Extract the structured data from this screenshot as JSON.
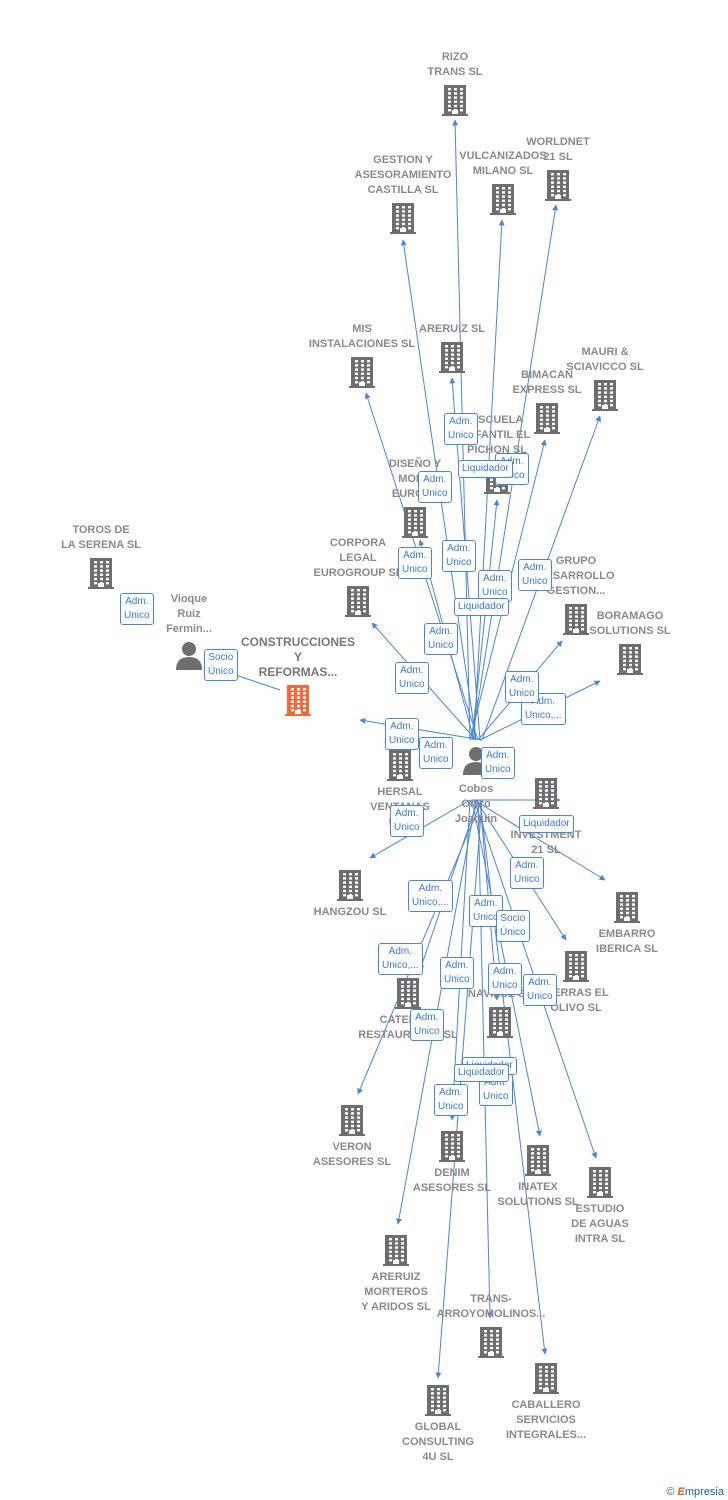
{
  "graph": {
    "nodes": [
      {
        "id": "rizo",
        "label": "RIZO\nTRANS SL",
        "icon": "building-icon",
        "type": "company"
      },
      {
        "id": "worldnet",
        "label": "WORLDNET\n21 SL",
        "icon": "building-icon",
        "type": "company"
      },
      {
        "id": "vulcanizados",
        "label": "VULCANIZADOS\nMILANO SL",
        "icon": "building-icon",
        "type": "company"
      },
      {
        "id": "gestion",
        "label": "GESTION Y\nASESORAMIENTO\nCASTILLA  SL",
        "icon": "building-icon",
        "type": "company"
      },
      {
        "id": "mis",
        "label": "MIS\nINSTALACIONES SL",
        "icon": "building-icon",
        "type": "company"
      },
      {
        "id": "areruiz",
        "label": "ARERUIZ SL",
        "icon": "building-icon",
        "type": "company"
      },
      {
        "id": "mauri",
        "label": "MAURI &\nSCIAVICCO SL",
        "icon": "building-icon",
        "type": "company"
      },
      {
        "id": "bimacan",
        "label": "BIMACAN\nEXPRESS SL",
        "icon": "building-icon",
        "type": "company"
      },
      {
        "id": "escuela",
        "label": "ESCUELA\nINFANTIL EL\nPICHON SL",
        "icon": "building-icon",
        "type": "company"
      },
      {
        "id": "diseno",
        "label": "DISEÑO Y\nMODA\nEUROPA",
        "icon": "building-icon",
        "type": "company"
      },
      {
        "id": "toros",
        "label": "TOROS DE\nLA SERENA SL",
        "icon": "building-icon",
        "type": "company"
      },
      {
        "id": "corpora",
        "label": "CORPORA\nLEGAL\nEUROGROUP SL",
        "icon": "building-icon",
        "type": "company"
      },
      {
        "id": "grupo",
        "label": "GRUPO\nDESARROLLO\nGESTION...",
        "icon": "building-icon",
        "type": "company"
      },
      {
        "id": "boramago",
        "label": "BORAMAGO\nSOLUTIONS SL",
        "icon": "building-icon",
        "type": "company"
      },
      {
        "id": "vioque",
        "label": "Vioque\nRuiz\nFermin...",
        "icon": "person-icon",
        "type": "person"
      },
      {
        "id": "construcciones",
        "label": "CONSTRUCCIONES\nY\nREFORMAS...",
        "icon": "building-icon",
        "type": "main"
      },
      {
        "id": "hersal",
        "label": "HERSAL\nVENTANAS\nPVC",
        "icon": "building-icon",
        "type": "company"
      },
      {
        "id": "cobos",
        "label": "Cobos\nOtero\nJoaquin",
        "icon": "person-icon",
        "type": "person"
      },
      {
        "id": "mg",
        "label": "MG\nINVESTMENT\n21 SL",
        "icon": "building-icon",
        "type": "company"
      },
      {
        "id": "hangzou",
        "label": "HANGZOU SL",
        "icon": "building-icon",
        "type": "company"
      },
      {
        "id": "embarro",
        "label": "EMBARRO\nIBERICA SL",
        "icon": "building-icon",
        "type": "company"
      },
      {
        "id": "olivo",
        "label": "TIERRAS EL\nOLIVO SL",
        "icon": "building-icon",
        "type": "company"
      },
      {
        "id": "catering",
        "label": "CATERING\nRESTAURANTE SL",
        "icon": "building-icon",
        "type": "company"
      },
      {
        "id": "naviluz",
        "label": "NAVILUZ SL",
        "icon": "building-icon",
        "type": "company"
      },
      {
        "id": "veron",
        "label": "VERON\nASESORES SL",
        "icon": "building-icon",
        "type": "company"
      },
      {
        "id": "denim",
        "label": "DENIM\nASESORES SL",
        "icon": "building-icon",
        "type": "company"
      },
      {
        "id": "inatex",
        "label": "INATEX\nSOLUTIONS SL",
        "icon": "building-icon",
        "type": "company"
      },
      {
        "id": "estudio",
        "label": "ESTUDIO\nDE AGUAS\nINTRA  SL",
        "icon": "building-icon",
        "type": "company"
      },
      {
        "id": "areruizm",
        "label": "ARERUIZ\nMORTEROS\nY ARIDOS SL",
        "icon": "building-icon",
        "type": "company"
      },
      {
        "id": "trans",
        "label": "TRANS-\nARROYOMOLINOS...",
        "icon": "building-icon",
        "type": "company"
      },
      {
        "id": "caballero",
        "label": "CABALLERO\nSERVICIOS\nINTEGRALES...",
        "icon": "building-icon",
        "type": "company"
      },
      {
        "id": "global",
        "label": "GLOBAL\nCONSULTING\n4U SL",
        "icon": "building-icon",
        "type": "company"
      }
    ],
    "edges": [
      {
        "from": "cobos",
        "to": "rizo"
      },
      {
        "from": "cobos",
        "to": "worldnet"
      },
      {
        "from": "cobos",
        "to": "vulcanizados"
      },
      {
        "from": "cobos",
        "to": "gestion"
      },
      {
        "from": "cobos",
        "to": "mis"
      },
      {
        "from": "cobos",
        "to": "areruiz"
      },
      {
        "from": "cobos",
        "to": "mauri"
      },
      {
        "from": "cobos",
        "to": "bimacan"
      },
      {
        "from": "cobos",
        "to": "escuela"
      },
      {
        "from": "cobos",
        "to": "diseno"
      },
      {
        "from": "cobos",
        "to": "corpora"
      },
      {
        "from": "cobos",
        "to": "grupo"
      },
      {
        "from": "cobos",
        "to": "boramago"
      },
      {
        "from": "cobos",
        "to": "hersal"
      },
      {
        "from": "cobos",
        "to": "hangzou"
      },
      {
        "from": "cobos",
        "to": "mg"
      },
      {
        "from": "cobos",
        "to": "embarro"
      },
      {
        "from": "cobos",
        "to": "olivo"
      },
      {
        "from": "cobos",
        "to": "catering"
      },
      {
        "from": "cobos",
        "to": "naviluz"
      },
      {
        "from": "cobos",
        "to": "veron"
      },
      {
        "from": "cobos",
        "to": "denim"
      },
      {
        "from": "cobos",
        "to": "inatex"
      },
      {
        "from": "cobos",
        "to": "estudio"
      },
      {
        "from": "cobos",
        "to": "areruizm"
      },
      {
        "from": "cobos",
        "to": "trans"
      },
      {
        "from": "cobos",
        "to": "caballero"
      },
      {
        "from": "cobos",
        "to": "global"
      }
    ],
    "badges": [
      "Adm.\nUnico",
      "Adm.\nUnico",
      "Liquidador",
      "Adm.\nUnico",
      "Adm.\nUnico",
      "Adm.\nUnico",
      "Adm.\nUnico",
      "Adm.\nUnico",
      "Liquidador",
      "Adm.\nUnico",
      "Adm.\nUnico",
      "Adm.\nUnico,...",
      "Adm.\nUnico",
      "Adm.\nUnico",
      "Adm.\nUnico",
      "Adm.\nUnico",
      "Liquidador",
      "Adm.\nUnico",
      "Adm.\nUnico,...",
      "Adm.\nUnico",
      "Adm.\nUnico",
      "Socio\nÚnico",
      "Adm.\nUnico,...",
      "Adm.\nUnico",
      "Adm.\nUnico",
      "Adm.\nUnico",
      "Adm.\nUnico",
      "Liquidador",
      "Adm.\nUnico",
      "Adm.\nUnico",
      "Adm.\nUnico",
      "Socio\nÚnico",
      "Liquidador"
    ]
  },
  "colors": {
    "edge": "#4a86d8",
    "icon": "#6e6e6e",
    "main_icon": "#f06a3c",
    "badge_border": "#4a86d8",
    "badge_text": "#3a7ad0",
    "label": "#8a8a8a"
  },
  "footer": {
    "copyright": "©",
    "brand_e": "E",
    "brand_rest": "mpresia"
  }
}
